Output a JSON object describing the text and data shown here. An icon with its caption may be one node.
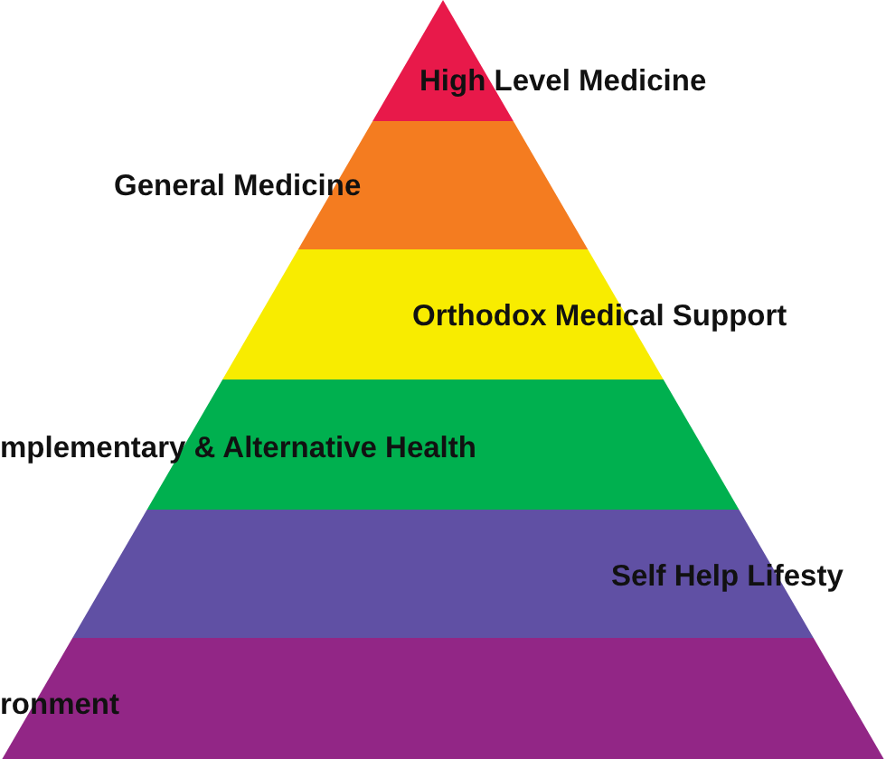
{
  "diagram": {
    "nodes": [
      {
        "text": [
          "High Level Medicine"
        ]
      },
      {
        "text": [
          "General Medicine"
        ]
      },
      {
        "text": [
          "Orthodox Medical Support"
        ]
      },
      {
        "text": [
          "mplementary & Alternative Health"
        ]
      },
      {
        "text": [
          "Self Help Lifesty"
        ]
      },
      {
        "text": [
          "ronment"
        ]
      }
    ],
    "edges": []
  }
}
